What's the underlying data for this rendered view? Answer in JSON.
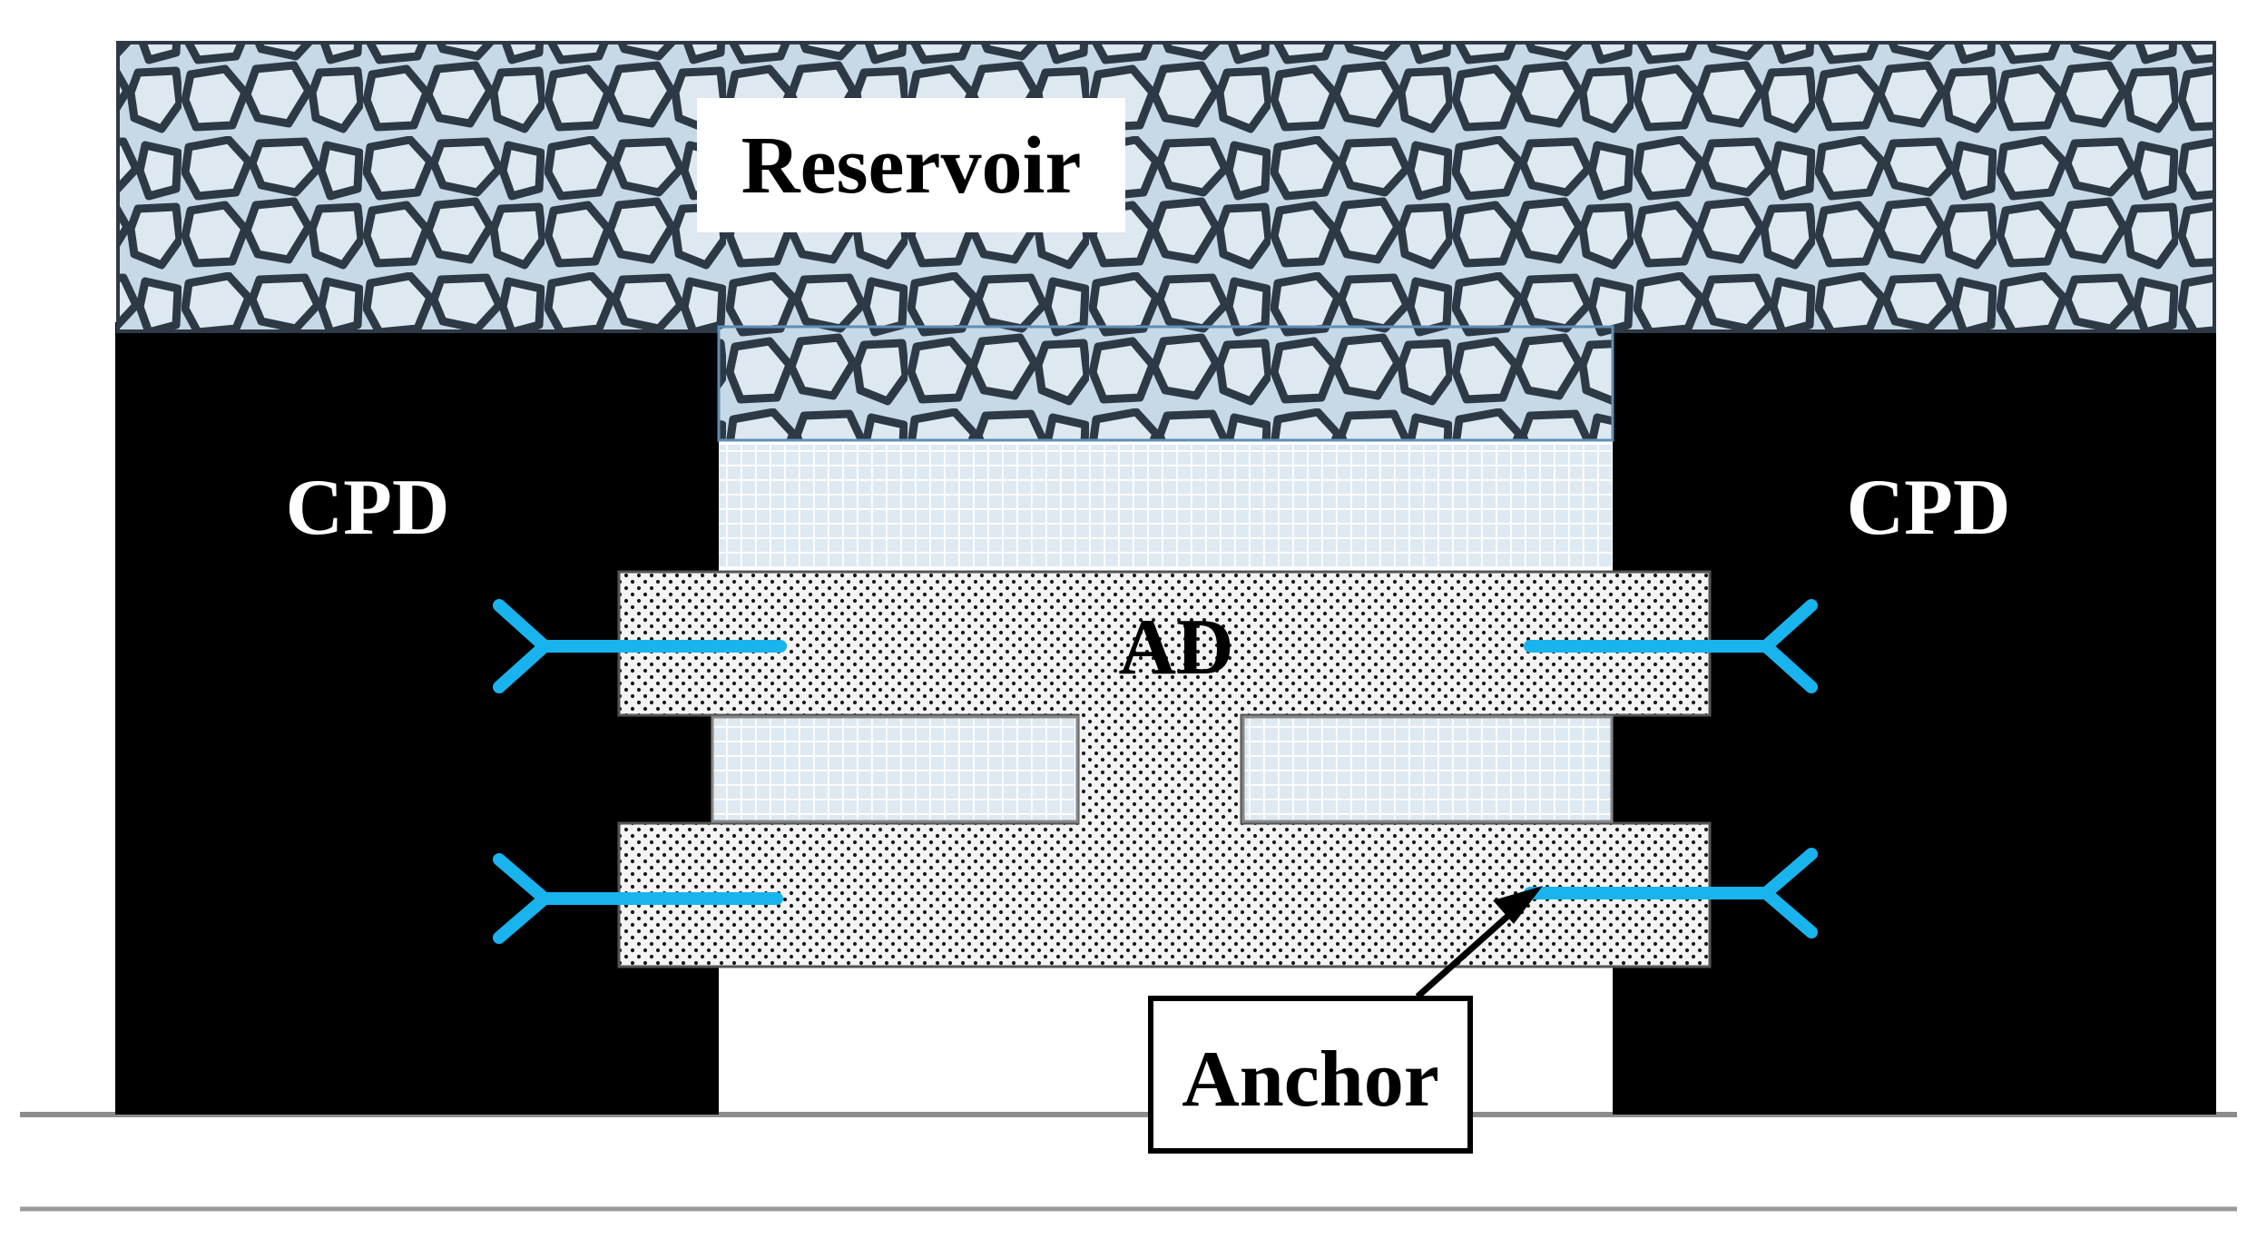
{
  "labels": {
    "reservoir": "Reservoir",
    "cpd_left": "CPD",
    "cpd_right": "CPD",
    "ad": "AD",
    "anchor": "Anchor"
  },
  "colors": {
    "pillar": "#000000",
    "reservoir_fill": "#c7d8e6",
    "rock_outline": "#2d3a46",
    "gravel_fill": "#dfe9f2",
    "ad_fill": "#f4f4f4",
    "ad_dot": "#1a1a1a",
    "anchor_line": "#19b4ee",
    "ground_line": "#8c8c8c"
  }
}
